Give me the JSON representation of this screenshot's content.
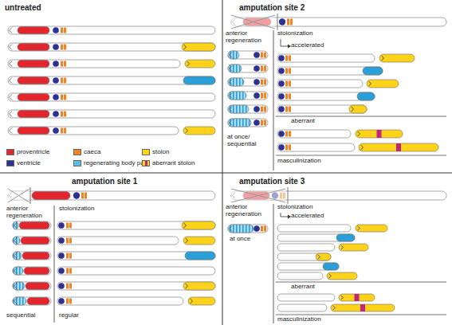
{
  "diagram": {
    "labels": [
      "untreated",
      "amputation site 2",
      "amputation site 1",
      "amputation site 3",
      "anterior regeneration",
      "stolonization",
      "sequential",
      "regular",
      "anterior regeneration",
      "stolonization",
      "accelerated",
      "aberrant",
      "masculinization",
      "at once/ sequential",
      "anterior regeneration",
      "stolonization",
      "accelerated",
      "aberrant",
      "masculinization",
      "at once"
    ],
    "legend": [
      {
        "text": "proventricle",
        "color": "#e3262d"
      },
      {
        "text": "caeca",
        "color": "#f58220"
      },
      {
        "text": "stolon",
        "color": "#ffd31a"
      },
      {
        "text": "ventricle",
        "color": "#2e3192"
      },
      {
        "text": "regenerating body part",
        "color": "#5bbde6"
      },
      {
        "text": "aberrant stolon"
      }
    ]
  }
}
